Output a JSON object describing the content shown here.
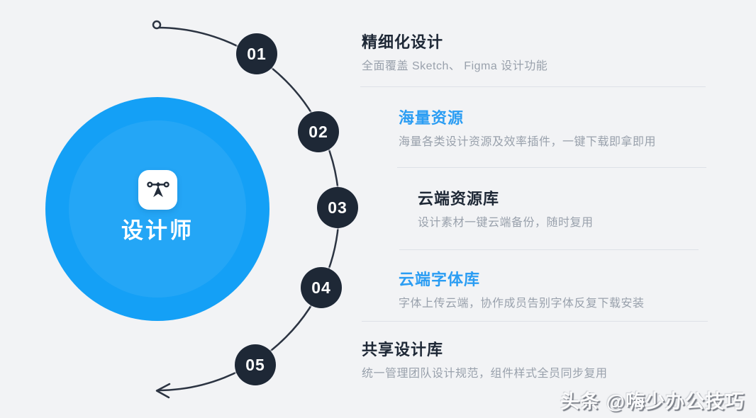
{
  "colors": {
    "dark": "#1e2836",
    "blue": "#2b9df3",
    "gray": "#99a1ac",
    "circle_blue": "#14a0f6",
    "badge_navy": "#1e2836",
    "background": "#f2f3f5",
    "arc_stroke": "#2c3442"
  },
  "center": {
    "label": "设计师",
    "icon": "vector-pen-tool-icon"
  },
  "steps": [
    {
      "number": "01",
      "title": "精细化设计",
      "title_color": "dark",
      "subtitle": "全面覆盖 Sketch、 Figma 设计功能"
    },
    {
      "number": "02",
      "title": "海量资源",
      "title_color": "blue",
      "subtitle": "海量各类设计资源及效率插件，一键下载即拿即用"
    },
    {
      "number": "03",
      "title": "云端资源库",
      "title_color": "dark",
      "subtitle": "设计素材一键云端备份，随时复用"
    },
    {
      "number": "04",
      "title": "云端字体库",
      "title_color": "blue",
      "subtitle": "字体上传云端，协作成员告别字体反复下载安装"
    },
    {
      "number": "05",
      "title": "共享设计库",
      "title_color": "dark",
      "subtitle": "统一管理团队设计规范，组件样式全员同步复用"
    }
  ],
  "watermark": "头条 @嗨少办公技巧"
}
